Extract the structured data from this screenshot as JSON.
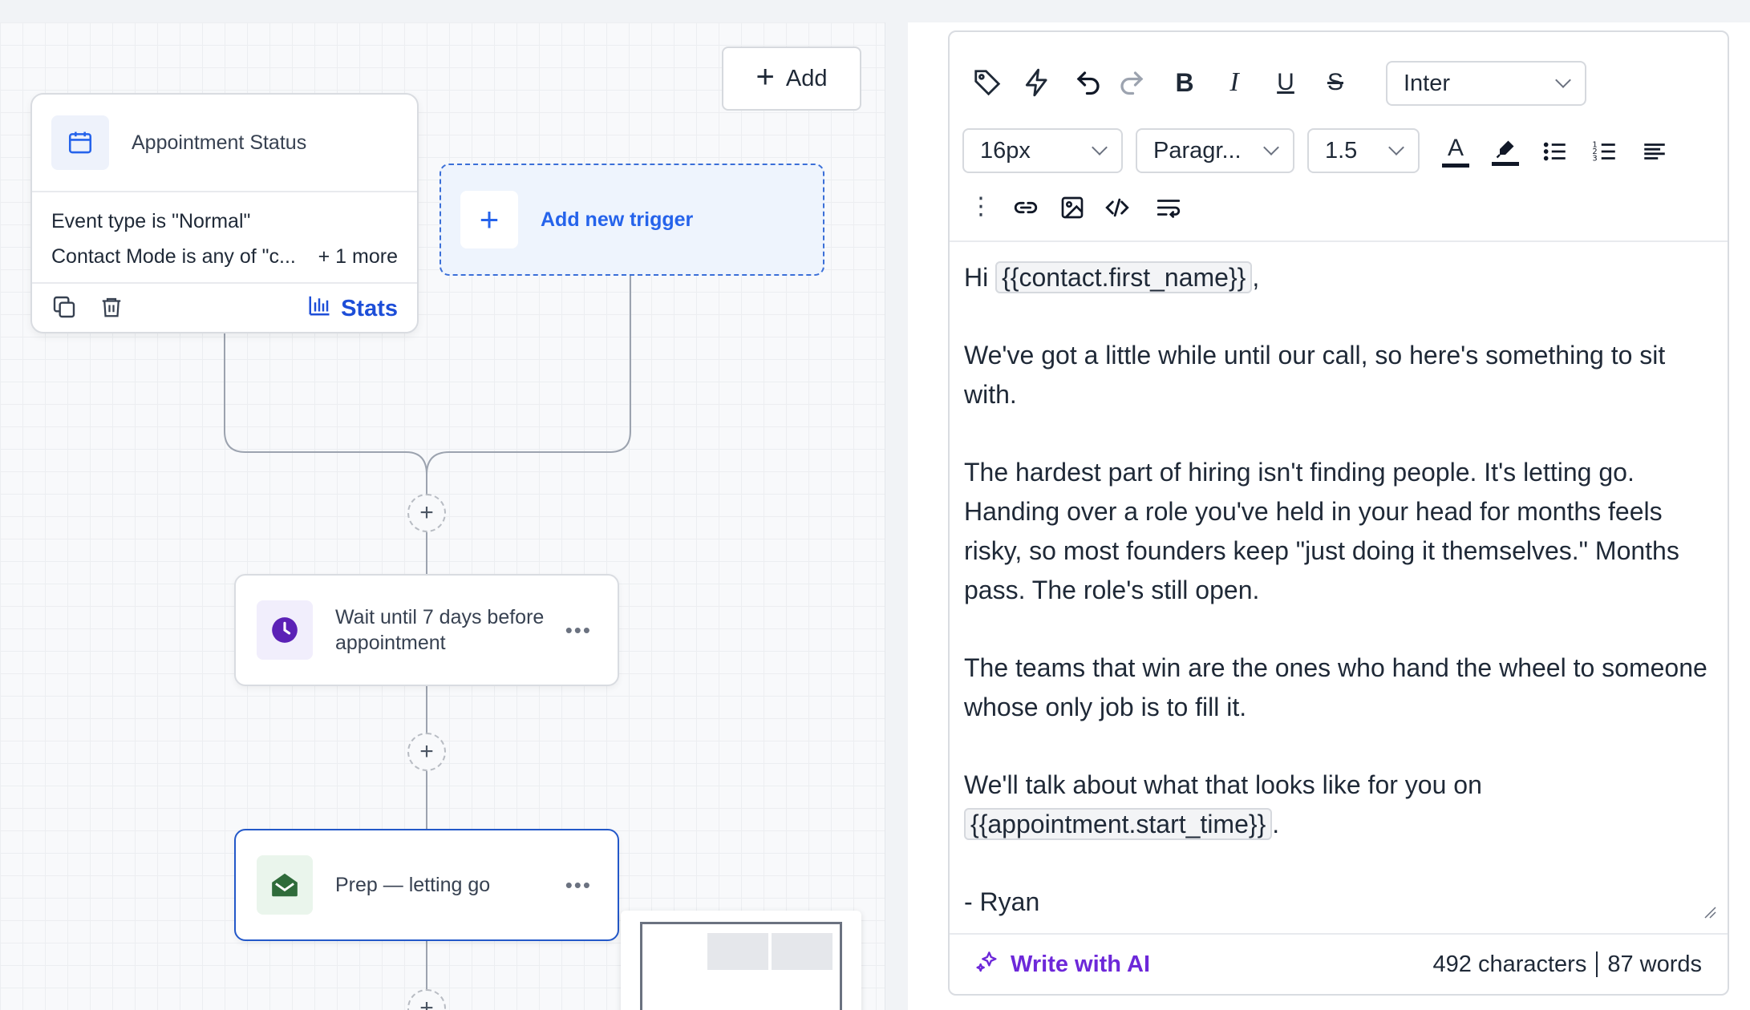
{
  "canvas": {
    "add_button": "Add",
    "trigger": {
      "title": "Appointment Status",
      "condition_1": "Event type is \"Normal\"",
      "condition_2": "Contact Mode is any of \"c...",
      "more": "+ 1 more",
      "stats_label": "Stats"
    },
    "new_trigger_label": "Add new trigger",
    "actions": [
      {
        "label": "Wait until 7 days before appointment",
        "icon": "clock-icon",
        "color": "#5b21b6"
      },
      {
        "label": "Prep — letting go",
        "icon": "email-open-icon",
        "color": "#2f6b3a"
      }
    ]
  },
  "editor": {
    "font_family": "Inter",
    "font_size": "16px",
    "block_type": "Paragr...",
    "line_height": "1.5",
    "body": {
      "greeting_prefix": "Hi ",
      "greeting_var": "{{contact.first_name}}",
      "greeting_suffix": ",",
      "p1": "We've got a little while until our call, so here's something to sit with.",
      "p2": "The hardest part of hiring isn't finding people. It's letting go. Handing over a role you've held in your head for months feels risky, so most founders keep \"just doing it themselves.\" Months pass. The role's still open.",
      "p3": "The teams that win are the ones who hand the wheel to someone whose only job is to fill it.",
      "p4_prefix": "We'll talk about what that looks like for you on ",
      "p4_var": "{{appointment.start_time}}",
      "p4_suffix": ".",
      "signoff": "- Ryan"
    },
    "footer": {
      "ai_label": "Write with AI",
      "characters": "492 characters",
      "words": "87 words"
    }
  },
  "colors": {
    "accent": "#2563eb",
    "ai": "#6d28d9"
  }
}
